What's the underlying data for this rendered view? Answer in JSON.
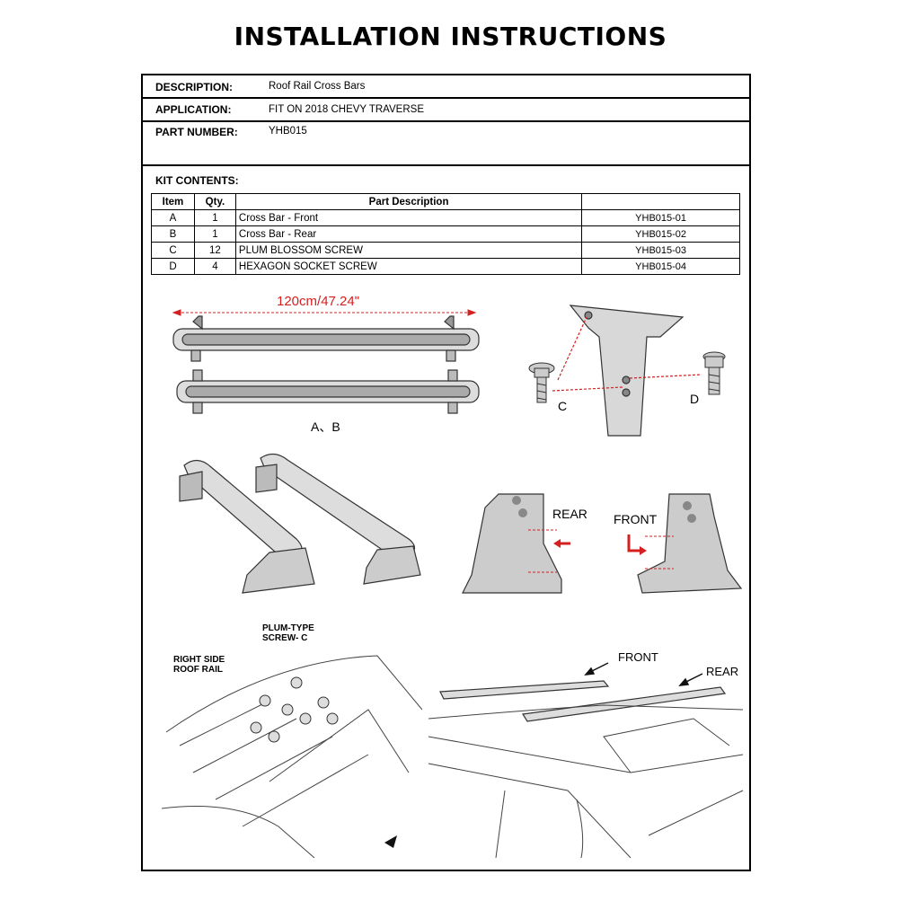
{
  "title": "INSTALLATION INSTRUCTIONS",
  "header": {
    "description_label": "DESCRIPTION:",
    "description_value": "Roof Rail Cross Bars",
    "application_label": "APPLICATION:",
    "application_value": "FIT ON 2018 CHEVY TRAVERSE",
    "part_number_label": "PART NUMBER:",
    "part_number_value": "YHB015"
  },
  "kit": {
    "label": "KIT CONTENTS:",
    "columns": [
      "Item",
      "Qty.",
      "Part Description",
      ""
    ],
    "rows": [
      {
        "item": "A",
        "qty": "1",
        "desc": "Cross Bar - Front",
        "pn": "YHB015-01"
      },
      {
        "item": "B",
        "qty": "1",
        "desc": "Cross Bar - Rear",
        "pn": "YHB015-02"
      },
      {
        "item": "C",
        "qty": "12",
        "desc": "PLUM BLOSSOM SCREW",
        "pn": "YHB015-03"
      },
      {
        "item": "D",
        "qty": "4",
        "desc": "HEXAGON SOCKET SCREW",
        "pn": "YHB015-04"
      }
    ]
  },
  "figures": {
    "length_label": "120cm/47.24\"",
    "bars_caption": "A、B",
    "screw_c": "C",
    "screw_d": "D",
    "rear": "REAR",
    "front": "FRONT",
    "plum_type_screw": "PLUM-TYPE",
    "plum_type_screw_2": "SCREW- C",
    "right_side_roof_rail": "RIGHT SIDE",
    "right_side_roof_rail_2": "ROOF RAIL",
    "car_front": "FRONT",
    "car_rear": "REAR",
    "accent_red": "#d42020"
  }
}
